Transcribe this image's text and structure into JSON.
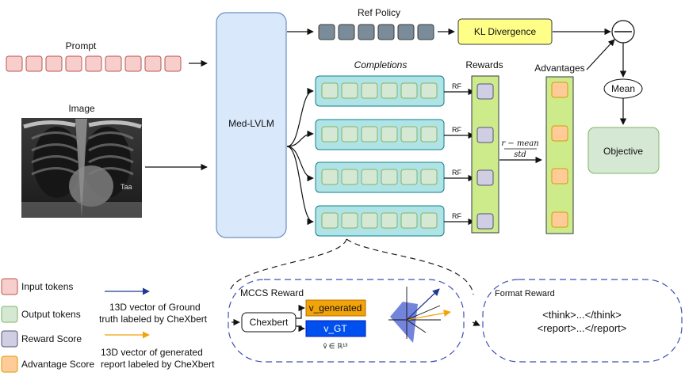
{
  "prompt_label": "Prompt",
  "image_label": "Image",
  "med_lvlm_label": "Med-LVLM",
  "ref_policy_label": "Ref Policy",
  "kl_divergence_label": "KL Divergence",
  "completions_label": "Completions",
  "rewards_label": "Rewards",
  "advantages_label": "Advantages",
  "rf_label": "RF",
  "mean_label": "Mean",
  "objective_label": "Objective",
  "normalize_numerator": "r − mean",
  "normalize_denominator": "std",
  "xray_overlay_text": "Taa",
  "mccs_reward": {
    "title": "MCCS Reward",
    "chexbert_label": "Chexbert",
    "v_generated_label": "v_generated",
    "v_gt_label": "v_GT",
    "vector_space_label": "v̂ ∈ ℝ¹³"
  },
  "format_reward": {
    "title": "Format Reward",
    "line1": "<think>...</think>",
    "line2": "<report>...</report>"
  },
  "legend": {
    "input_tokens": "Input tokens",
    "output_tokens": "Output tokens",
    "reward_score": "Reward Score",
    "advantage_score": "Advantage Score",
    "gt_vector_line1": "13D vector of Ground",
    "gt_vector_line2": "truth labeled by CheXbert",
    "gen_vector_line1": "13D vector of generated",
    "gen_vector_line2": "report labeled by CheXbert"
  },
  "colors": {
    "input_token_fill": "#f8cecc",
    "input_token_stroke": "#b85450",
    "output_token_fill": "#d5e8d4",
    "output_token_stroke": "#82b366",
    "completion_fill": "#b0e3e6",
    "completion_stroke": "#0e8088",
    "ref_token_fill": "#7a8c9a",
    "reward_score_fill": "#d0cee2",
    "reward_score_stroke": "#56517e",
    "advantage_fill": "#ffcc99",
    "advantage_stroke": "#d79b00",
    "column_fill": "#cdeb8b",
    "column_stroke": "#36393d",
    "med_lvlm_fill": "#dae8fc",
    "med_lvlm_stroke": "#6c8ebf",
    "kl_fill": "#ffff88",
    "kl_stroke": "#36393d",
    "objective_fill": "#d5e8d4",
    "objective_stroke": "#82b366",
    "v_generated_fill": "#f0a30a",
    "v_gt_fill": "#0050ef",
    "dashed_border": "#3f51b5",
    "gt_arrow": "#1f3a93",
    "gen_arrow": "#f0a30a"
  },
  "icons": [
    "chest-xray-image",
    "minus-circle-icon",
    "vector-space-icon"
  ]
}
